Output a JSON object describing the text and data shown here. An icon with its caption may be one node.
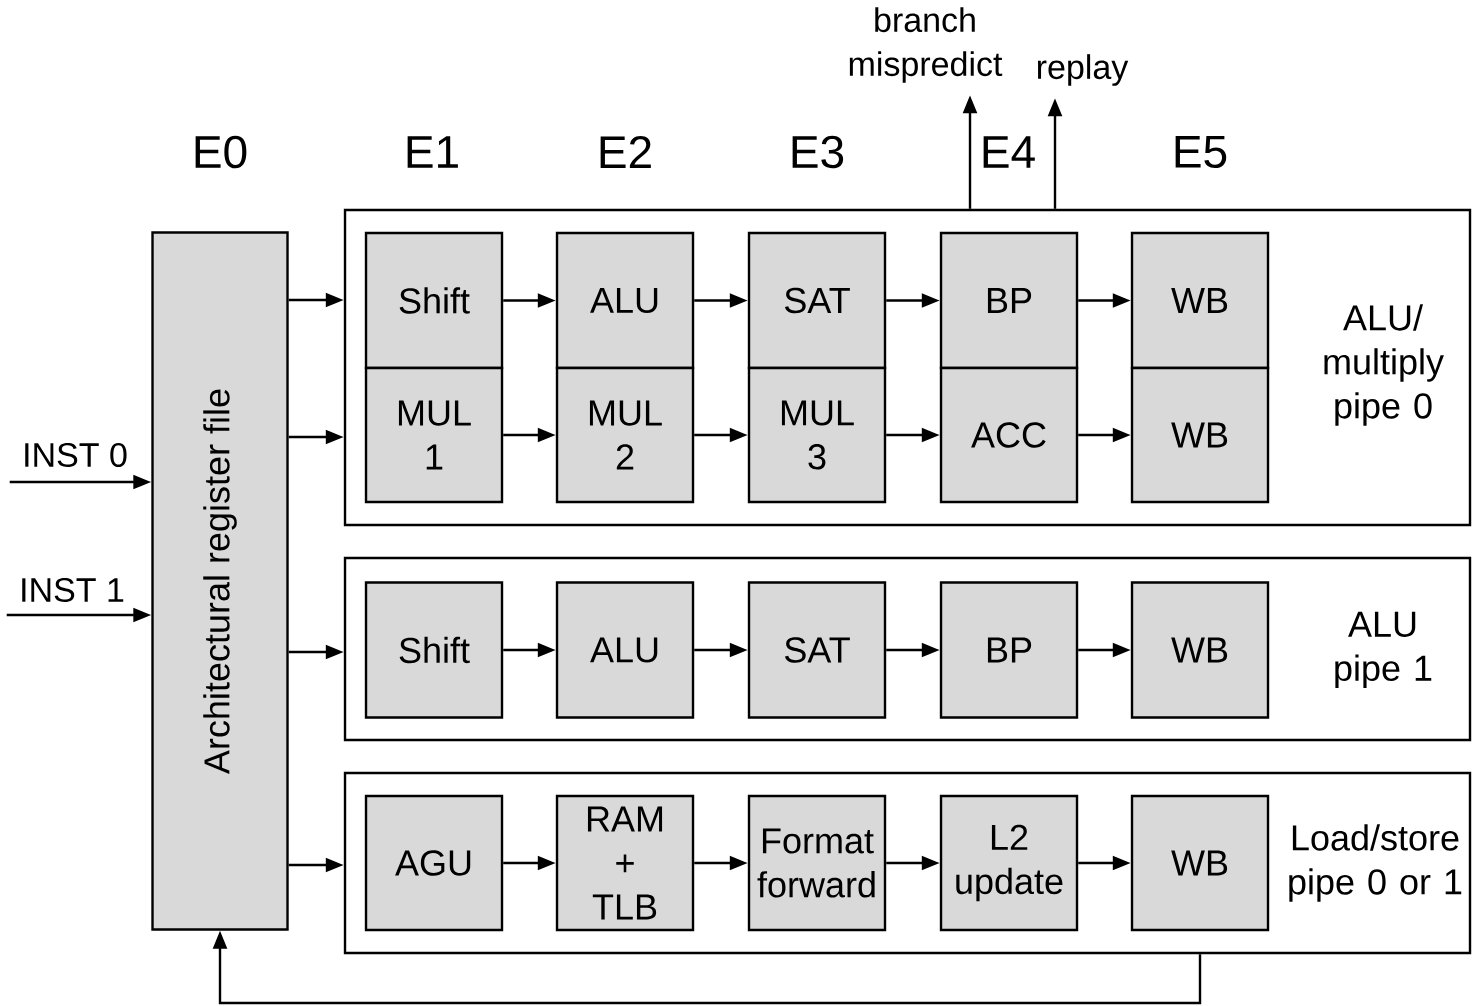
{
  "diagram": {
    "nodes": [
      {
        "text": [
          "Architectural register file"
        ]
      },
      {
        "text": [
          "ALU/ multiply pipe 0"
        ]
      },
      {
        "text": [
          "Shift"
        ],
        "in": 1
      },
      {
        "text": [
          "ALU"
        ],
        "in": 1
      },
      {
        "text": [
          "SAT"
        ],
        "in": 1
      },
      {
        "text": [
          "BP"
        ],
        "in": 1
      },
      {
        "text": [
          "WB"
        ],
        "in": 1
      },
      {
        "text": [
          "MUL 1"
        ],
        "in": 1
      },
      {
        "text": [
          "MUL 2"
        ],
        "in": 1
      },
      {
        "text": [
          "MUL 3"
        ],
        "in": 1
      },
      {
        "text": [
          "ACC"
        ],
        "in": 1
      },
      {
        "text": [
          "WB"
        ],
        "in": 1
      },
      {
        "text": [
          "ALU pipe 1"
        ]
      },
      {
        "text": [
          "Shift"
        ],
        "in": 12
      },
      {
        "text": [
          "ALU"
        ],
        "in": 12
      },
      {
        "text": [
          "SAT"
        ],
        "in": 12
      },
      {
        "text": [
          "BP"
        ],
        "in": 12
      },
      {
        "text": [
          "WB"
        ],
        "in": 12
      },
      {
        "text": [
          "Load/store pipe 0 or 1"
        ]
      },
      {
        "text": [
          "AGU"
        ],
        "in": 18
      },
      {
        "text": [
          "RAM + TLB"
        ],
        "in": 18
      },
      {
        "text": [
          "Format forward"
        ],
        "in": 18
      },
      {
        "text": [
          "L2 update"
        ],
        "in": 18
      },
      {
        "text": [
          "WB"
        ],
        "in": 18
      },
      {
        "text": [
          "branch mispredict"
        ]
      },
      {
        "text": [
          "replay"
        ]
      },
      {
        "text": [
          "INST 0"
        ]
      },
      {
        "text": [
          "INST 1"
        ]
      }
    ],
    "edges": [
      {
        "from": 0,
        "to": 1,
        "arrow": "to"
      },
      {
        "from": 0,
        "to": 1,
        "arrow": "to"
      },
      {
        "from": 0,
        "to": 12,
        "arrow": "to"
      },
      {
        "from": 0,
        "to": 18,
        "arrow": "to"
      },
      {
        "from": 2,
        "to": 3,
        "arrow": "to"
      },
      {
        "from": 3,
        "to": 4,
        "arrow": "to"
      },
      {
        "from": 4,
        "to": 5,
        "arrow": "to"
      },
      {
        "from": 5,
        "to": 6,
        "arrow": "to"
      },
      {
        "from": 7,
        "to": 8,
        "arrow": "to"
      },
      {
        "from": 8,
        "to": 9,
        "arrow": "to"
      },
      {
        "from": 9,
        "to": 10,
        "arrow": "to"
      },
      {
        "from": 10,
        "to": 11,
        "arrow": "to"
      },
      {
        "from": 13,
        "to": 14,
        "arrow": "to"
      },
      {
        "from": 14,
        "to": 15,
        "arrow": "to"
      },
      {
        "from": 15,
        "to": 16,
        "arrow": "to"
      },
      {
        "from": 16,
        "to": 17,
        "arrow": "to"
      },
      {
        "from": 19,
        "to": 20,
        "arrow": "to"
      },
      {
        "from": 20,
        "to": 21,
        "arrow": "to"
      },
      {
        "from": 21,
        "to": 22,
        "arrow": "to"
      },
      {
        "from": 22,
        "to": 23,
        "arrow": "to"
      },
      {
        "from": 26,
        "to": 0,
        "arrow": "to"
      },
      {
        "from": 27,
        "to": 0,
        "arrow": "to"
      },
      {
        "from": 1,
        "to": 24,
        "arrow": "to"
      },
      {
        "from": 1,
        "to": 25,
        "arrow": "to"
      },
      {
        "from": 18,
        "to": 0,
        "arrow": "to"
      }
    ],
    "labels": [
      "E0",
      "E1",
      "E2",
      "E3",
      "E4",
      "E5"
    ]
  }
}
